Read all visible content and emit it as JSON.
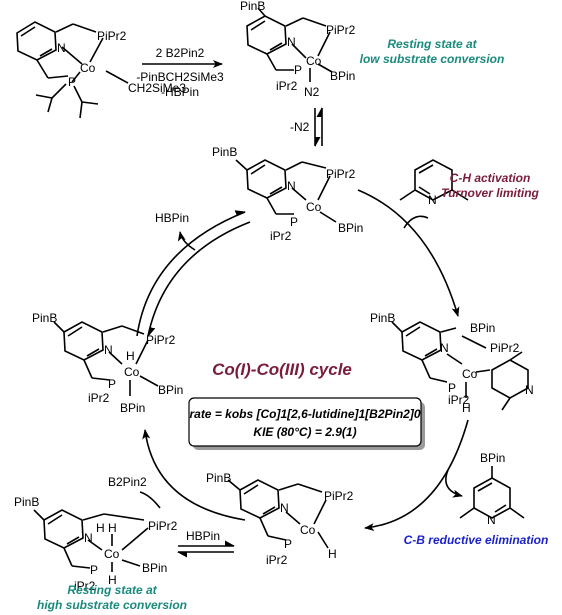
{
  "scheme": {
    "cycle_title": "Co(I)-Co(III) cycle",
    "rate_law_line1": "rate = kobs [Co]1[2,6-lutidine]1[B2Pin2]0",
    "rate_law_line2": "KIE (80°C) = 2.9(1)",
    "labels": {
      "resting_low_1": "Resting state at",
      "resting_low_2": "low substrate conversion",
      "ch_activation_1": "C-H activation",
      "ch_activation_2": "Turnover limiting",
      "cb_elimination": "C-B reductive elimination",
      "resting_high_1": "Resting state at",
      "resting_high_2": "high substrate conversion"
    },
    "reagents": {
      "activation_1": "2 B2Pin2",
      "activation_2": "-PinBCH2SiMe3",
      "activation_3": "-HBPin",
      "minus_n2": "-N2",
      "hbpin_out": "HBPin",
      "b2pin2_in": "B2Pin2",
      "hbpin_equilibrium": "HBPin"
    },
    "atoms": {
      "pinb": "PinB",
      "bpin": "BPin",
      "n": "N",
      "co": "Co",
      "p": "P",
      "pipr2": "PiPr2",
      "ipr2": "iPr2",
      "h": "H",
      "n2": "N2",
      "ch2sime3": "CH2SiMe3"
    }
  }
}
